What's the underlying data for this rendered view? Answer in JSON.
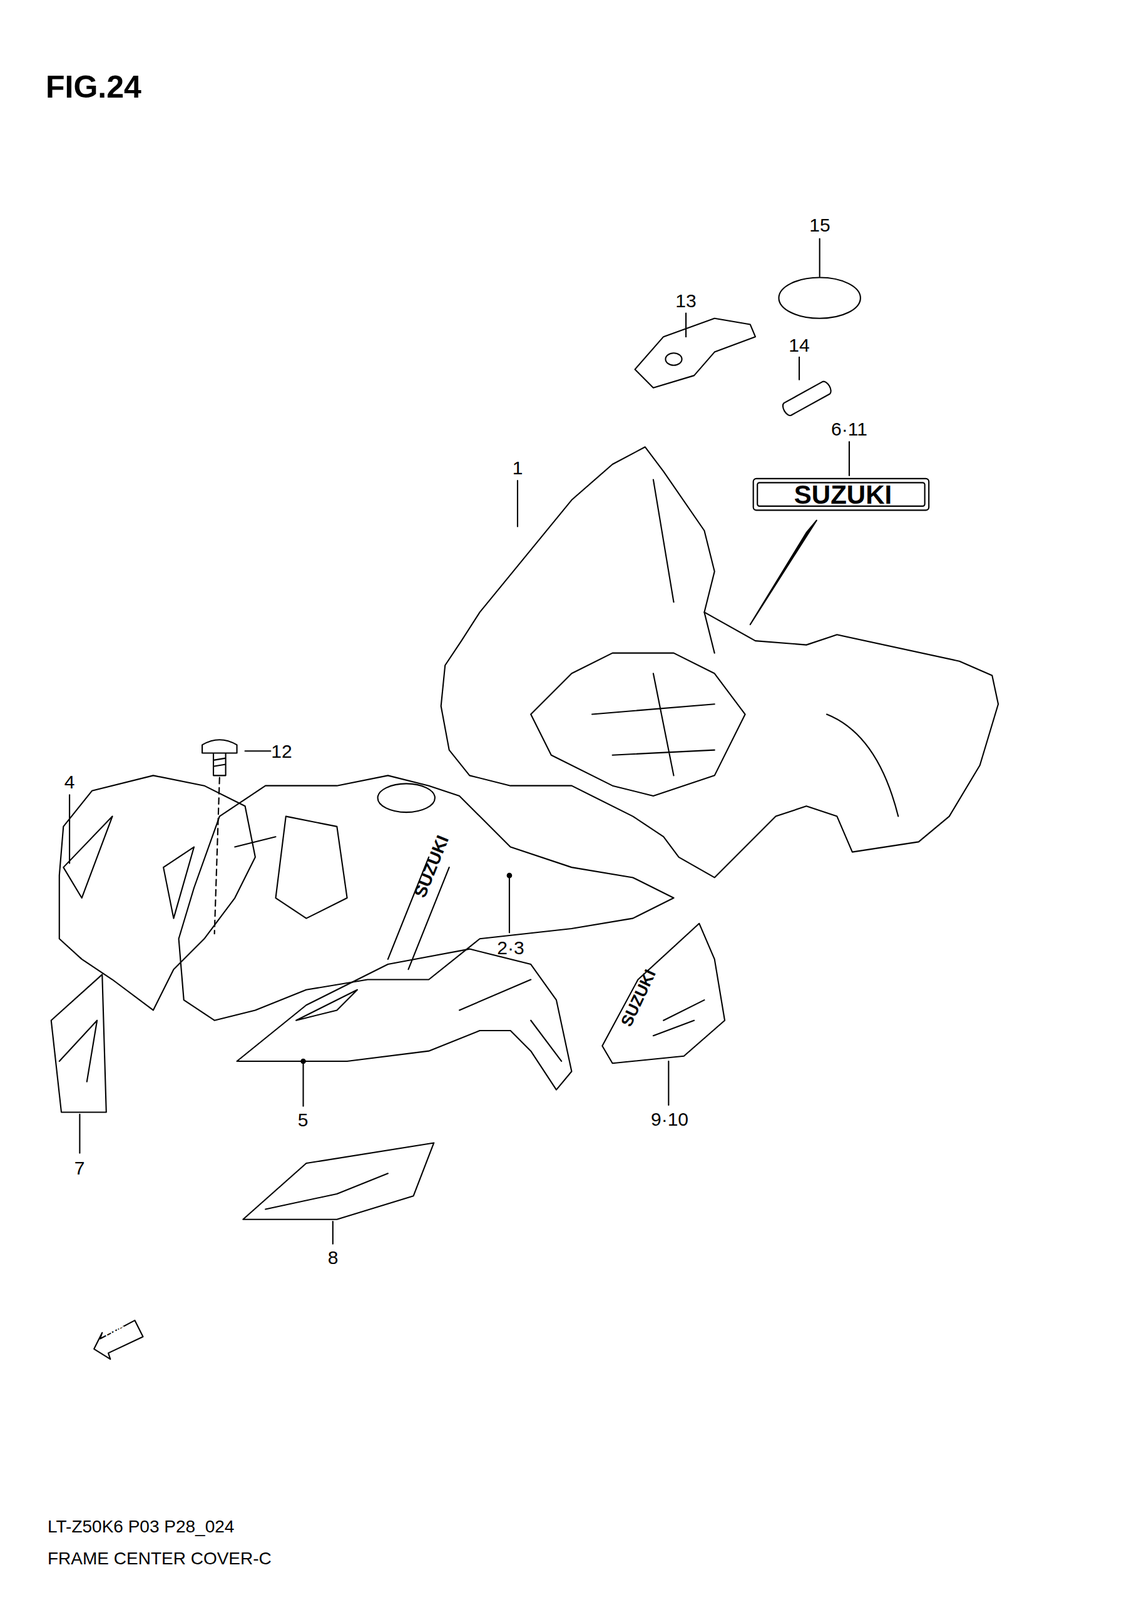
{
  "diagram": {
    "title": "FIG.24",
    "labels": [
      "15",
      "13",
      "14",
      "6·11",
      "1",
      "12",
      "4",
      "2·3",
      "9·10",
      "5",
      "7",
      "8",
      "SUZUKI",
      "SUZUKI",
      "SUZUKI",
      "FWD",
      "LT-Z50K6 P03 P28_024",
      "FRAME CENTER COVER-C"
    ]
  }
}
